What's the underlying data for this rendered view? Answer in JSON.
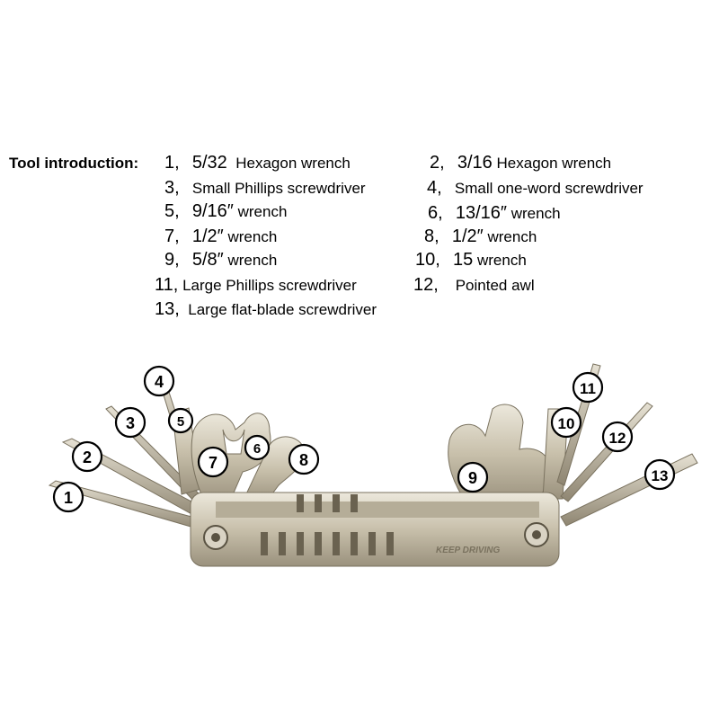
{
  "intro_label": "Tool introduction:",
  "tools": [
    {
      "n": "1,",
      "size": "5/32",
      "name": "Hexagon wrench"
    },
    {
      "n": "2,",
      "size": "3/16",
      "name": "Hexagon wrench"
    },
    {
      "n": "3,",
      "size": "",
      "name": "Small Phillips screwdriver"
    },
    {
      "n": "4,",
      "size": "",
      "name": "Small one-word screwdriver"
    },
    {
      "n": "5,",
      "size": "9/16″",
      "name": "wrench"
    },
    {
      "n": "6,",
      "size": "13/16″",
      "name": "wrench"
    },
    {
      "n": "7,",
      "size": "1/2″",
      "name": "wrench"
    },
    {
      "n": "8,",
      "size": "1/2″",
      "name": "wrench"
    },
    {
      "n": "9,",
      "size": "5/8″",
      "name": "wrench"
    },
    {
      "n": "10,",
      "size": "15",
      "name": "wrench"
    },
    {
      "n": "11,",
      "size": "",
      "name": "Large Phillips screwdriver"
    },
    {
      "n": "12,",
      "size": "",
      "name": "Pointed awl"
    },
    {
      "n": "13,",
      "size": "",
      "name": "Large flat-blade screwdriver"
    }
  ],
  "callouts": [
    "1",
    "2",
    "3",
    "4",
    "5",
    "6",
    "7",
    "8",
    "9",
    "10",
    "11",
    "12",
    "13"
  ],
  "brand": "KEEP DRIVING",
  "colors": {
    "metal": "#c9c1ad",
    "metal_dark": "#8f8672",
    "metal_light": "#e8e3d6",
    "ink": "#000000"
  }
}
